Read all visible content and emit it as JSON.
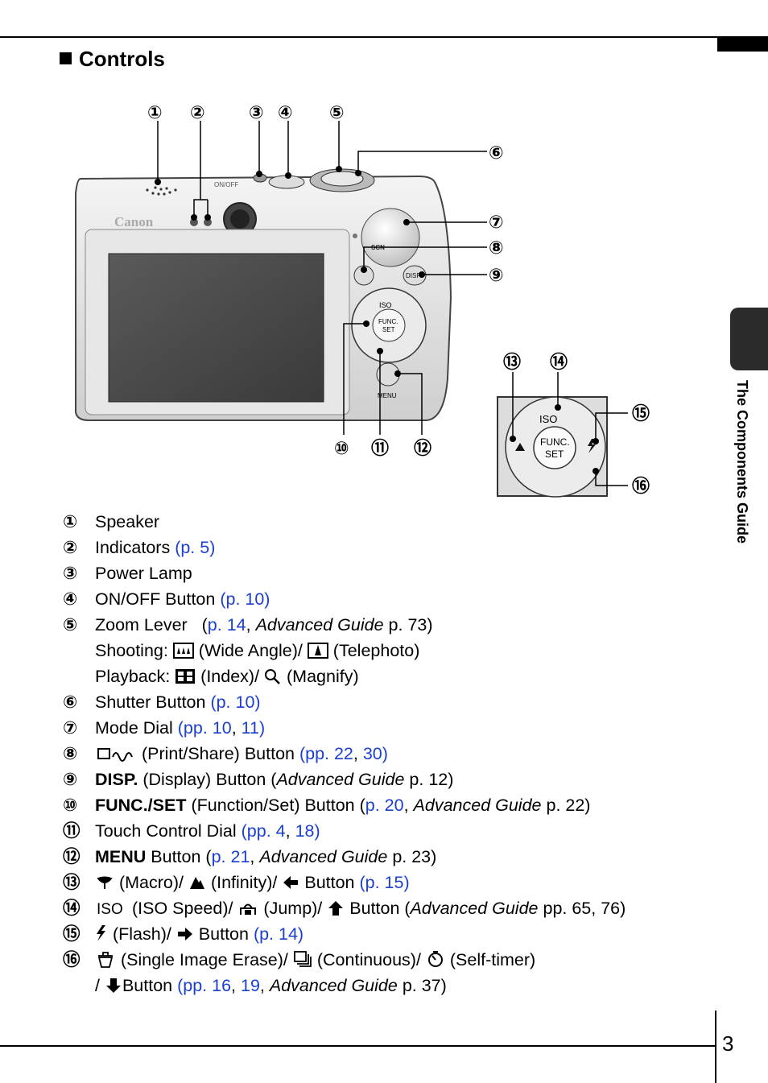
{
  "heading": "Controls",
  "side_label": "The Components Guide",
  "page_number": "3",
  "callouts": [
    "①",
    "②",
    "③",
    "④",
    "⑤",
    "⑥",
    "⑦",
    "⑧",
    "⑨",
    "⑩",
    "⑪",
    "⑫",
    "⑬",
    "⑭",
    "⑮",
    "⑯"
  ],
  "camera": {
    "brand": "Canon",
    "on_off": "ON/OFF",
    "menu": "MENU",
    "disp": "DISP.",
    "iso": "ISO",
    "func": "FUNC.",
    "set": "SET",
    "scn": "SCN"
  },
  "items": [
    {
      "num": "①",
      "parts": [
        "Speaker"
      ]
    },
    {
      "num": "②",
      "parts": [
        "Indicators ",
        "(p. 5)"
      ]
    },
    {
      "num": "③",
      "parts": [
        "Power Lamp"
      ]
    },
    {
      "num": "④",
      "parts": [
        "ON/OFF Button ",
        "(p. 10)"
      ]
    },
    {
      "num": "⑤",
      "parts": [
        "Zoom Lever   (",
        "p. 14",
        ", ",
        "Advanced Guide",
        " p. 73)"
      ]
    },
    {
      "num": "",
      "parts": [
        "Shooting: ",
        " (Wide Angle)/ ",
        " (Telephoto)"
      ]
    },
    {
      "num": "",
      "parts": [
        "Playback: ",
        " (Index)/ ",
        " (Magnify)"
      ]
    },
    {
      "num": "⑥",
      "parts": [
        "Shutter Button ",
        "(p. 10)"
      ]
    },
    {
      "num": "⑦",
      "parts": [
        "Mode Dial ",
        "(pp. 10",
        ", ",
        "11)"
      ]
    },
    {
      "num": "⑧",
      "parts": [
        " (Print/Share) Button ",
        "(pp. 22",
        ", ",
        "30)"
      ]
    },
    {
      "num": "⑨",
      "parts": [
        "DISP.",
        " (Display) Button (",
        "Advanced Guide",
        " p. 12)"
      ]
    },
    {
      "num": "⑩",
      "parts": [
        "FUNC./SET",
        " (Function/Set) Button (",
        "p. 20",
        ", ",
        "Advanced Guide",
        " p. 22)"
      ]
    },
    {
      "num": "⑪",
      "parts": [
        "Touch Control Dial ",
        "(pp. 4",
        ", ",
        "18)"
      ]
    },
    {
      "num": "⑫",
      "parts": [
        "MENU",
        " Button (",
        "p. 21",
        ", ",
        "Advanced Guide",
        " p. 23)"
      ]
    },
    {
      "num": "⑬",
      "parts": [
        " (Macro)/ ",
        " (Infinity)/ ",
        " Button ",
        "(p. 15)"
      ]
    },
    {
      "num": "⑭",
      "parts": [
        " (ISO Speed)/",
        " (Jump)/ ",
        " Button (",
        "Advanced Guide",
        " pp. 65, 76)"
      ]
    },
    {
      "num": "⑮",
      "parts": [
        " (Flash)/ ",
        " Button ",
        "(p. 14)"
      ]
    },
    {
      "num": "⑯",
      "parts": [
        " (Single Image Erase)/",
        " (Continuous)/",
        " (Self-timer)"
      ]
    },
    {
      "num": "",
      "parts": [
        "/ ",
        "Button ",
        "(pp. 16",
        ", ",
        "19",
        ", ",
        "Advanced Guide",
        " p. 37)"
      ]
    }
  ]
}
